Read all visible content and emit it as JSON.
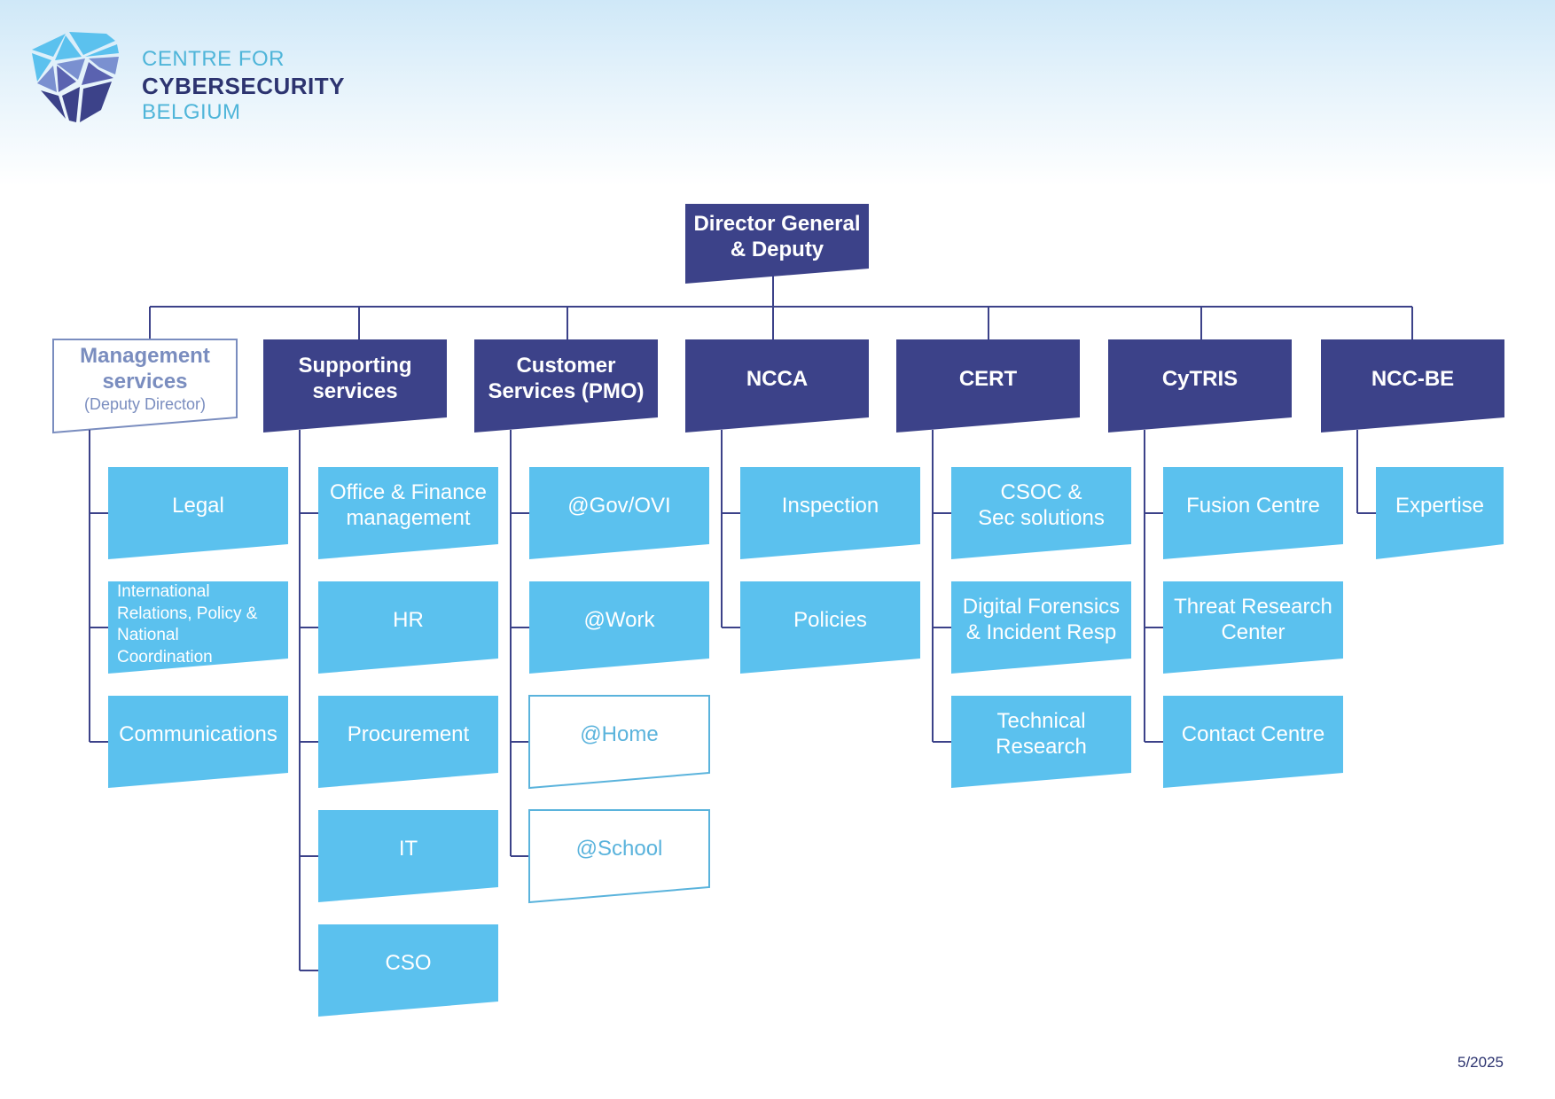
{
  "logo": {
    "icon": "shield-network-icon",
    "line1": "CENTRE FOR",
    "line2": "CYBERSECURITY",
    "line3": "BELGIUM"
  },
  "colors": {
    "dark_navy": "#3c4289",
    "light_blue": "#5bc1ee",
    "connector": "#3c4289",
    "outline_text": "#7a8dbf",
    "outline_child": "#5ab3dc"
  },
  "root": {
    "label": "Director General\n& Deputy"
  },
  "departments": [
    {
      "label": "Management\nservices",
      "sub": "(Deputy Director)",
      "style": "outline",
      "children": [
        {
          "label": "Legal",
          "style": "filled"
        },
        {
          "label": "International\nRelations, Policy  &\nNational\nCoordination",
          "style": "filled",
          "small": true
        },
        {
          "label": "Communications",
          "style": "filled"
        }
      ]
    },
    {
      "label": "Supporting\nservices",
      "sub": "",
      "style": "filled",
      "children": [
        {
          "label": "Office & Finance\nmanagement",
          "style": "filled"
        },
        {
          "label": "HR",
          "style": "filled"
        },
        {
          "label": "Procurement",
          "style": "filled"
        },
        {
          "label": "IT",
          "style": "filled"
        },
        {
          "label": "CSO",
          "style": "filled"
        }
      ]
    },
    {
      "label": "Customer\nServices (PMO)",
      "sub": "",
      "style": "filled",
      "children": [
        {
          "label": "@Gov/OVI",
          "style": "filled"
        },
        {
          "label": "@Work",
          "style": "filled"
        },
        {
          "label": "@Home",
          "style": "outline"
        },
        {
          "label": "@School",
          "style": "outline"
        }
      ]
    },
    {
      "label": "NCCA",
      "sub": "",
      "style": "filled",
      "children": [
        {
          "label": "Inspection",
          "style": "filled"
        },
        {
          "label": "Policies",
          "style": "filled"
        }
      ]
    },
    {
      "label": "CERT",
      "sub": "",
      "style": "filled",
      "children": [
        {
          "label": "CSOC &\nSec solutions",
          "style": "filled"
        },
        {
          "label": "Digital Forensics\n& Incident Resp",
          "style": "filled"
        },
        {
          "label": "Technical\nResearch",
          "style": "filled"
        }
      ]
    },
    {
      "label": "CyTRIS",
      "sub": "",
      "style": "filled",
      "children": [
        {
          "label": "Fusion Centre",
          "style": "filled"
        },
        {
          "label": "Threat Research\nCenter",
          "style": "filled"
        },
        {
          "label": "Contact Centre",
          "style": "filled"
        }
      ]
    },
    {
      "label": "NCC-BE",
      "sub": "",
      "style": "filled",
      "children": [
        {
          "label": "Expertise",
          "style": "filled",
          "narrow": true
        }
      ]
    }
  ],
  "footer": {
    "date": "5/2025"
  }
}
